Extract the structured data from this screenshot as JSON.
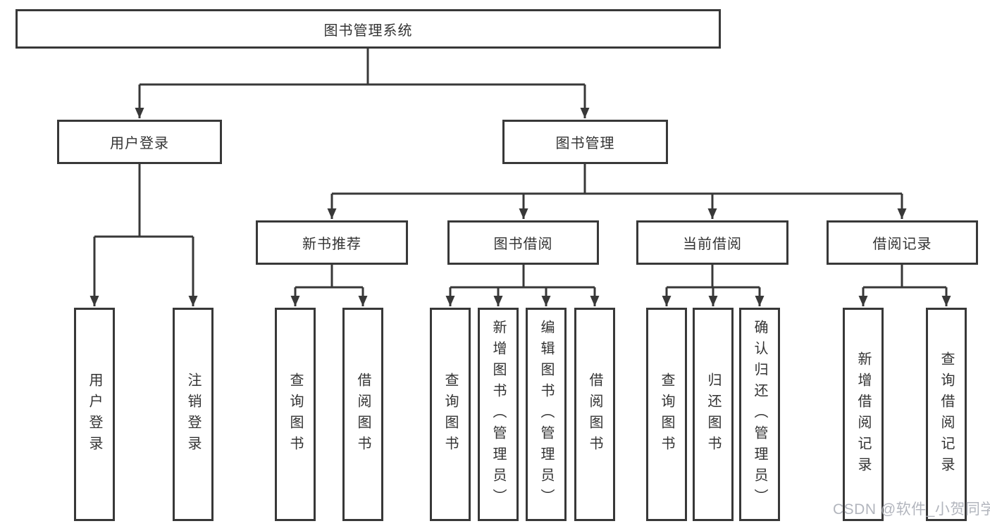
{
  "diagram": {
    "root": {
      "label": "图书管理系统"
    },
    "level2": [
      {
        "label": "用户登录",
        "children": [
          {
            "label": "用户登录"
          },
          {
            "label": "注销登录"
          }
        ]
      },
      {
        "label": "图书管理",
        "children": [
          {
            "label": "新书推荐",
            "children": [
              {
                "label": "查询图书"
              },
              {
                "label": "借阅图书"
              }
            ]
          },
          {
            "label": "图书借阅",
            "children": [
              {
                "label": "查询图书"
              },
              {
                "label": "新增图书（管理员）"
              },
              {
                "label": "编辑图书（管理员）"
              },
              {
                "label": "借阅图书"
              }
            ]
          },
          {
            "label": "当前借阅",
            "children": [
              {
                "label": "查询图书"
              },
              {
                "label": "归还图书"
              },
              {
                "label": "确认归还（管理员）"
              }
            ]
          },
          {
            "label": "借阅记录",
            "children": [
              {
                "label": "新增借阅记录"
              },
              {
                "label": "查询借阅记录"
              }
            ]
          }
        ]
      }
    ]
  },
  "watermark": {
    "text": "CSDN @软件_小贺同学",
    "color": "#aeb2ba"
  },
  "colors": {
    "line": "#383838",
    "box_border": "#383838",
    "text": "#333333",
    "background": "#ffffff"
  }
}
